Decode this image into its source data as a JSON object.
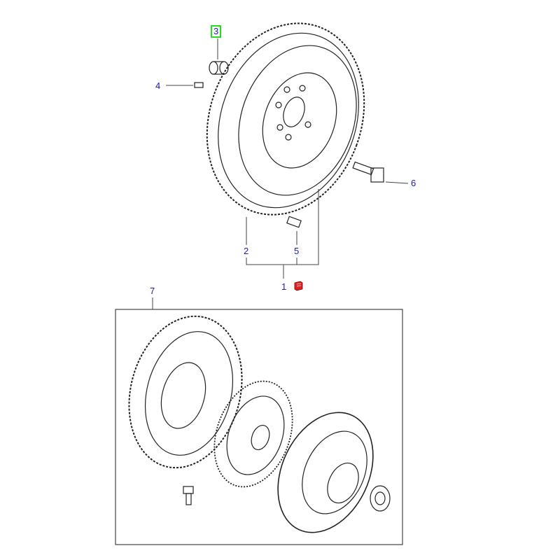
{
  "callouts": [
    {
      "id": "3",
      "label": "3",
      "highlighted": true
    },
    {
      "id": "4",
      "label": "4"
    },
    {
      "id": "6",
      "label": "6"
    },
    {
      "id": "2",
      "label": "2"
    },
    {
      "id": "5",
      "label": "5"
    },
    {
      "id": "1",
      "label": "1"
    },
    {
      "id": "7",
      "label": "7"
    }
  ],
  "colors": {
    "label": "#1a1aa8",
    "highlight": "#22dd22",
    "cart": "#e02020"
  },
  "icons": {
    "cart": "shopping-cart-icon"
  }
}
